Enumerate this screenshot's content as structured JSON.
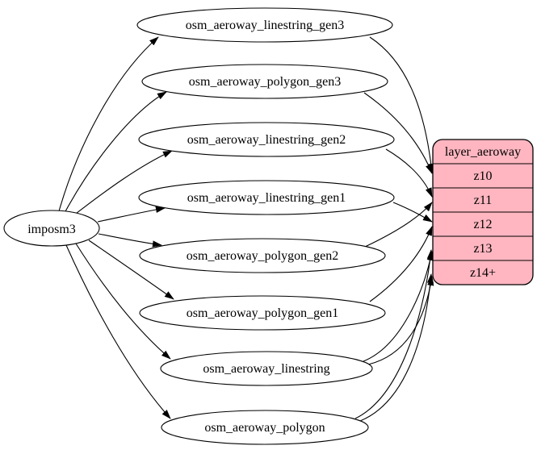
{
  "diagram": {
    "background_color": "#ffffff",
    "edge_color": "#000000",
    "source_node": {
      "label": "imposm3"
    },
    "table_nodes": [
      {
        "label": "osm_aeroway_linestring_gen3"
      },
      {
        "label": "osm_aeroway_polygon_gen3"
      },
      {
        "label": "osm_aeroway_linestring_gen2"
      },
      {
        "label": "osm_aeroway_linestring_gen1"
      },
      {
        "label": "osm_aeroway_polygon_gen2"
      },
      {
        "label": "osm_aeroway_polygon_gen1"
      },
      {
        "label": "osm_aeroway_linestring"
      },
      {
        "label": "osm_aeroway_polygon"
      }
    ],
    "layer_node": {
      "title": "layer_aeroway",
      "rows": [
        "z10",
        "z11",
        "z12",
        "z13",
        "z14+"
      ],
      "fill_color": "#ffb6c1",
      "border_color": "#000000"
    },
    "edges": [
      {
        "from": "imposm3",
        "to": "osm_aeroway_linestring_gen3"
      },
      {
        "from": "imposm3",
        "to": "osm_aeroway_polygon_gen3"
      },
      {
        "from": "imposm3",
        "to": "osm_aeroway_linestring_gen2"
      },
      {
        "from": "imposm3",
        "to": "osm_aeroway_linestring_gen1"
      },
      {
        "from": "imposm3",
        "to": "osm_aeroway_polygon_gen2"
      },
      {
        "from": "imposm3",
        "to": "osm_aeroway_polygon_gen1"
      },
      {
        "from": "imposm3",
        "to": "osm_aeroway_linestring"
      },
      {
        "from": "imposm3",
        "to": "osm_aeroway_polygon"
      },
      {
        "from": "osm_aeroway_linestring_gen3",
        "to": "layer_aeroway.z10"
      },
      {
        "from": "osm_aeroway_polygon_gen3",
        "to": "layer_aeroway.z10"
      },
      {
        "from": "osm_aeroway_linestring_gen2",
        "to": "layer_aeroway.z11"
      },
      {
        "from": "osm_aeroway_polygon_gen2",
        "to": "layer_aeroway.z11"
      },
      {
        "from": "osm_aeroway_linestring_gen1",
        "to": "layer_aeroway.z12"
      },
      {
        "from": "osm_aeroway_polygon_gen1",
        "to": "layer_aeroway.z12"
      },
      {
        "from": "osm_aeroway_linestring",
        "to": "layer_aeroway.z13"
      },
      {
        "from": "osm_aeroway_polygon",
        "to": "layer_aeroway.z13"
      },
      {
        "from": "osm_aeroway_linestring",
        "to": "layer_aeroway.z14+"
      },
      {
        "from": "osm_aeroway_polygon",
        "to": "layer_aeroway.z14+"
      }
    ]
  }
}
